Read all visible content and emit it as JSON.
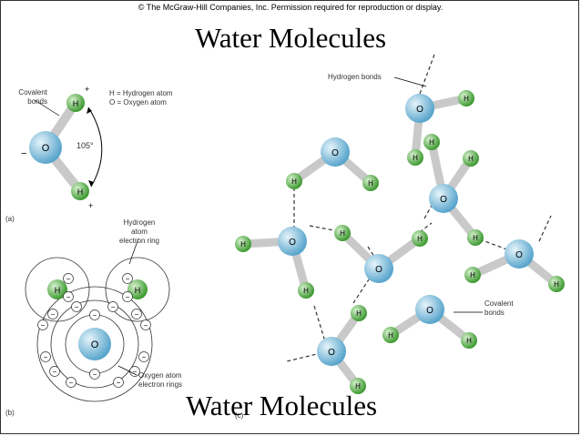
{
  "copyright": "© The McGraw-Hill Companies, Inc. Permission required for reproduction or display.",
  "title_top": "Water Molecules",
  "title_bottom": "Water Molecules",
  "panel_a": {
    "label": "(a)",
    "covalent_bonds": [
      "Covalent",
      "bonds"
    ],
    "legend": [
      "H = Hydrogen atom",
      "O = Oxygen atom"
    ],
    "angle": "105°",
    "minus": "−",
    "plus": "+",
    "H": "H",
    "O": "O"
  },
  "panel_b": {
    "label": "(b)",
    "hydrogen_ring": [
      "Hydrogen",
      "atom",
      "electron ring"
    ],
    "oxygen_rings": [
      "Oxygen atom",
      "electron rings"
    ],
    "electron": "−",
    "H": "H",
    "O": "O"
  },
  "panel_c": {
    "label": "(c)",
    "hydrogen_bonds": "Hydrogen bonds",
    "covalent_bonds": [
      "Covalent",
      "bonds"
    ],
    "H": "H",
    "O": "O"
  },
  "colors": {
    "oxygen": "#8fc6e0",
    "hydrogen": "#6cbf5a",
    "bond": "#c9c9c9"
  }
}
